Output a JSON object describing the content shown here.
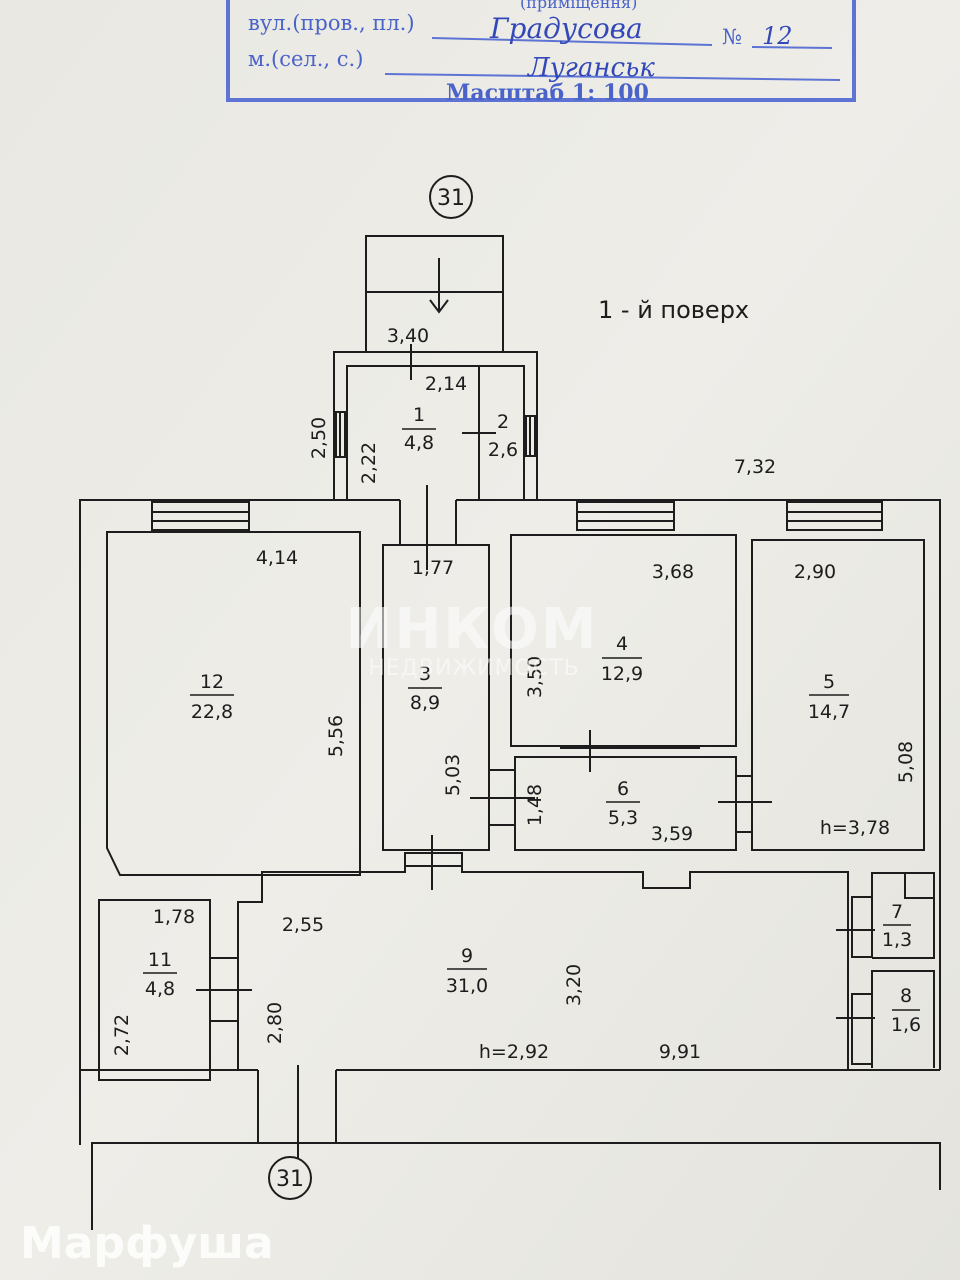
{
  "stamp": {
    "top_fragment": "(приміщення)",
    "street_label": "вул.(пров., пл.)",
    "street_value": "Градусова",
    "number_label": "№",
    "number_value": "12",
    "city_label": "м.(сел., с.)",
    "city_value": "Луганськ",
    "scale_label": "Масштаб 1: 100"
  },
  "plan": {
    "floor_title": "1 - й поверх",
    "axis_top": "31",
    "axis_bottom": "31",
    "overall_width": "7,32"
  },
  "rooms": [
    {
      "num": "1",
      "area": "4,8"
    },
    {
      "num": "2",
      "area": "2,6"
    },
    {
      "num": "3",
      "area": "8,9"
    },
    {
      "num": "4",
      "area": "12,9"
    },
    {
      "num": "5",
      "area": "14,7"
    },
    {
      "num": "6",
      "area": "5,3"
    },
    {
      "num": "7",
      "area": "1,3"
    },
    {
      "num": "8",
      "area": "1,6"
    },
    {
      "num": "9",
      "area": "31,0"
    },
    {
      "num": "11",
      "area": "4,8"
    },
    {
      "num": "12",
      "area": "22,8"
    }
  ],
  "dims": {
    "porch_w": "3,40",
    "r1_w": "2,14",
    "porch_h": "2,50",
    "r1_h": "2,22",
    "r12_w": "4,14",
    "r12_h": "5,56",
    "r3_w": "1,77",
    "r3_h": "5,03",
    "r4_w": "3,68",
    "r4_h": "3,50",
    "r5_w": "2,90",
    "r5_h": "5,08",
    "r5_ceiling": "h=3,78",
    "r6_h": "1,48",
    "r6_w": "3,59",
    "r11_w": "1,78",
    "r11_h": "2,72",
    "r9_w_top": "2,55",
    "r9_h_left": "2,80",
    "r9_h_right": "3,20",
    "r9_ceiling": "h=2,92",
    "r9_w": "9,91"
  },
  "watermark": {
    "logo": "ИНКОМ",
    "sub": "НЕДВИЖИМОСТЬ",
    "brand": "Марфуша"
  }
}
